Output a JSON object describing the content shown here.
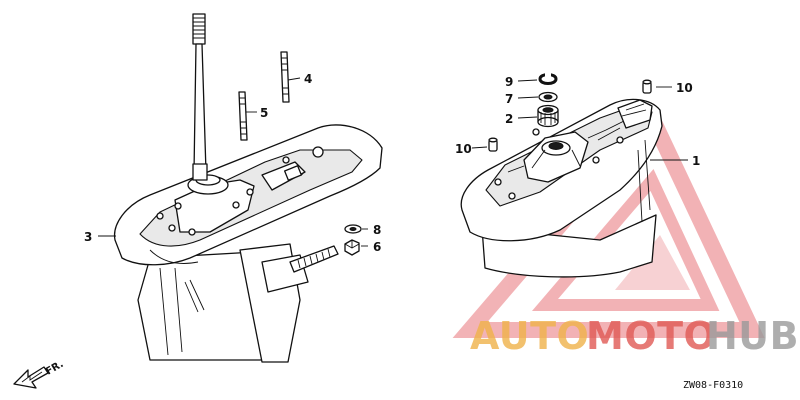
{
  "callouts": {
    "c1": "1",
    "c2": "2",
    "c3": "3",
    "c4": "4",
    "c5": "5",
    "c6": "6",
    "c7": "7",
    "c8": "8",
    "c9": "9",
    "c10a": "10",
    "c10b": "10"
  },
  "direction_label": "FR.",
  "drawing_code": "ZW08-F0310",
  "watermark": {
    "part1": "AUTO",
    "part2": "MOTO",
    "part3": "HUB",
    "colors": {
      "orange": "#f0b24a",
      "red": "#e05a55",
      "gray": "#9a9a9a"
    }
  }
}
